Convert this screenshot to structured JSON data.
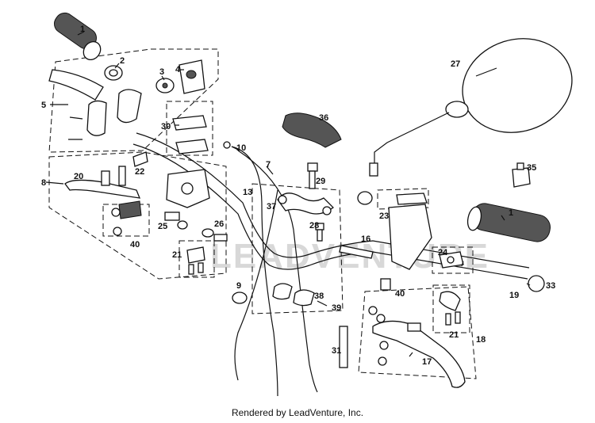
{
  "watermark": "LEADVENTURE",
  "footer": "Rendered by LeadVenture, Inc.",
  "callouts": {
    "c1a": "1",
    "c2": "2",
    "c3": "3",
    "c4": "4",
    "c5": "5",
    "c8": "8",
    "c9": "9",
    "c10": "10",
    "c7": "7",
    "c13": "13",
    "c16": "16",
    "c17": "17",
    "c18": "18",
    "c19": "19",
    "c20": "20",
    "c21a": "21",
    "c21b": "21",
    "c22": "22",
    "c23": "23",
    "c24": "24",
    "c25": "25",
    "c26": "26",
    "c27": "27",
    "c28": "28",
    "c29": "29",
    "c30": "30",
    "c31": "31",
    "c33": "33",
    "c35": "35",
    "c36": "36",
    "c37": "37",
    "c38": "38",
    "c39": "39",
    "c40a": "40",
    "c40b": "40",
    "c1b": "1"
  }
}
